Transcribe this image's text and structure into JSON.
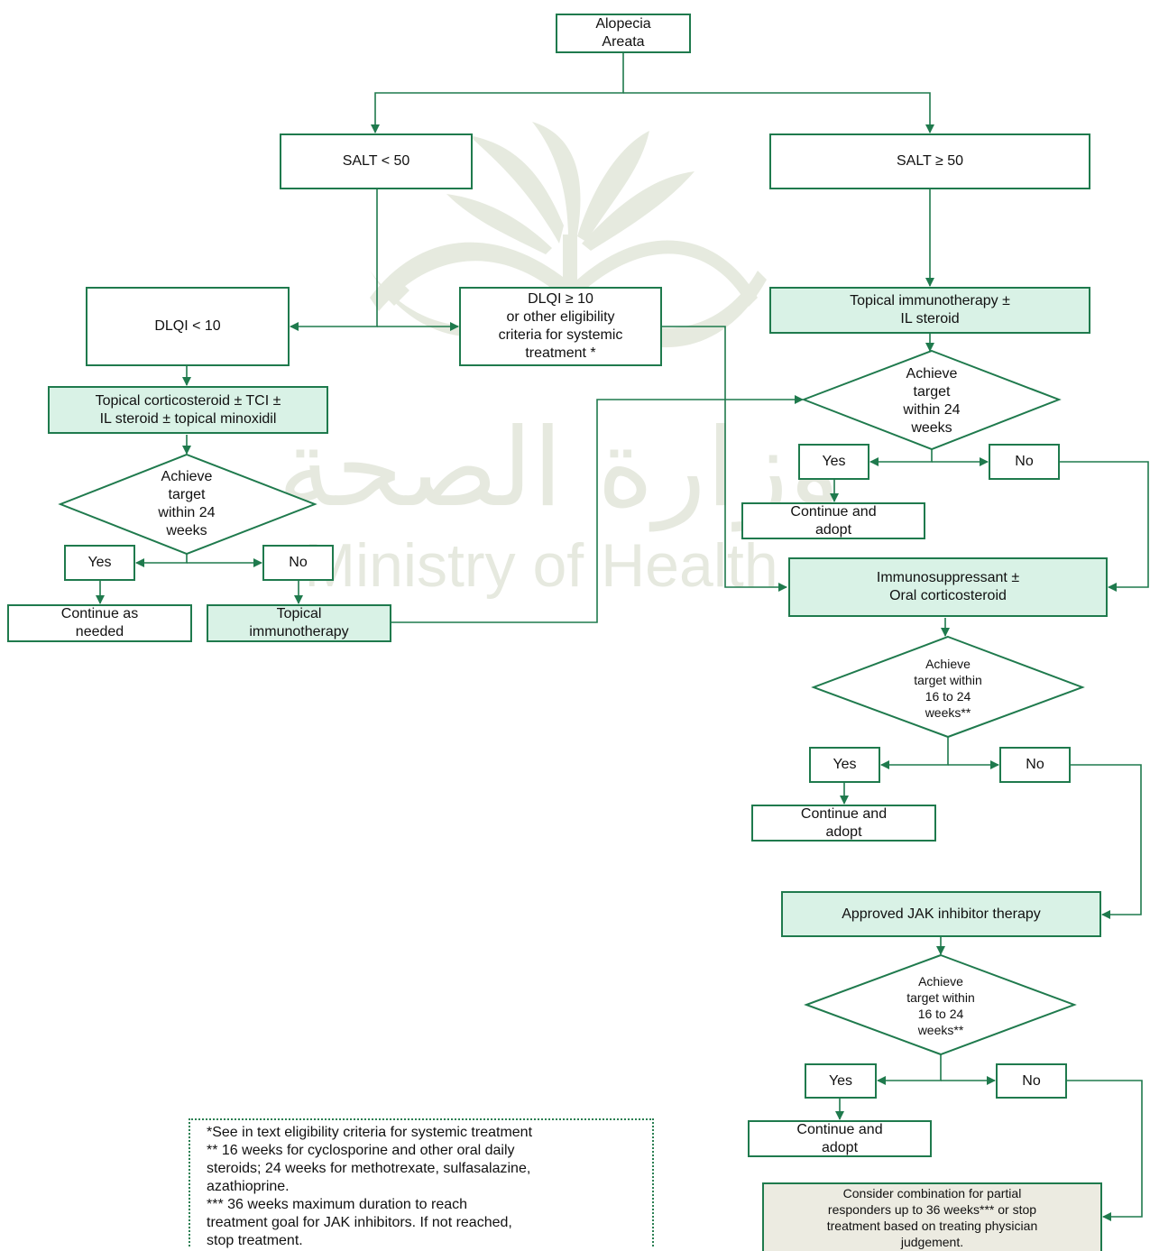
{
  "colors": {
    "line": "#1f7a4d",
    "fill": "#d9f2e6",
    "tan": "#ecebe1",
    "watermark": "#dfe3d6"
  },
  "watermark": {
    "arabic": "وزارة الصحة",
    "english": "Ministry of Health"
  },
  "nodes": {
    "start": "Alopecia\nAreata",
    "salt_lt": "SALT < 50",
    "salt_ge": "SALT ≥ 50",
    "dlqi_lt": "DLQI < 10",
    "dlqi_ge": "DLQI ≥ 10\nor other eligibility\ncriteria for systemic\ntreatment *",
    "topical_cs": "Topical corticosteroid  ± TCI ±\nIL steroid ± topical minoxidil",
    "topical_immuno_il": "Topical immunotherapy  ±\nIL steroid",
    "diamond_left": "Achieve\ntarget\nwithin 24\nweeks",
    "diamond_right1": "Achieve\ntarget\nwithin 24\nweeks",
    "yes_left": "Yes",
    "no_left": "No",
    "continue_needed": "Continue as\nneeded",
    "topical_immuno": "Topical\nimmunotherapy",
    "yes_r1": "Yes",
    "no_r1": "No",
    "continue_adopt1": "Continue and\nadopt",
    "immunosuppressant": "Immunosuppressant ±\nOral corticosteroid",
    "diamond_right2": "Achieve\ntarget within\n16 to 24\nweeks**",
    "yes_r2": "Yes",
    "no_r2": "No",
    "continue_adopt2": "Continue and\nadopt",
    "jak": "Approved JAK inhibitor therapy",
    "diamond_right3": "Achieve\ntarget within\n16 to 24\nweeks**",
    "yes_r3": "Yes",
    "no_r3": "No",
    "continue_adopt3": "Continue and\nadopt",
    "combination": "Consider combination for partial\nresponders up to 36 weeks*** or stop\ntreatment based on treating physician\njudgement."
  },
  "footnotes": [
    "*See in text eligibility  criteria for systemic treatment",
    "** 16 weeks for cyclosporine and other oral daily\nsteroids; 24 weeks for methotrexate, sulfasalazine,\nazathioprine.",
    "*** 36 weeks maximum duration to reach\ntreatment goal for JAK inhibitors. If not reached,\nstop treatment."
  ]
}
